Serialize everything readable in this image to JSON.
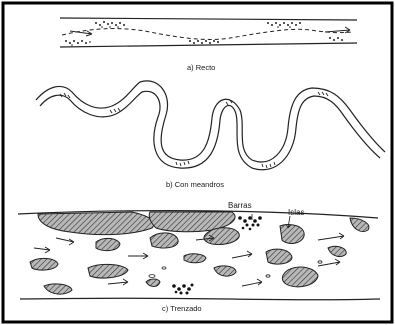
{
  "figure": {
    "panels": [
      {
        "caption": "a) Recto"
      },
      {
        "caption": "b) Con meandros"
      },
      {
        "caption": "c) Trenzado"
      }
    ],
    "labels": {
      "bars": "Barras",
      "islands": "Islas"
    },
    "colors": {
      "ink": "#1a1a1a",
      "hatch_fill": "#9a9a9a",
      "frame": "#000000"
    }
  }
}
